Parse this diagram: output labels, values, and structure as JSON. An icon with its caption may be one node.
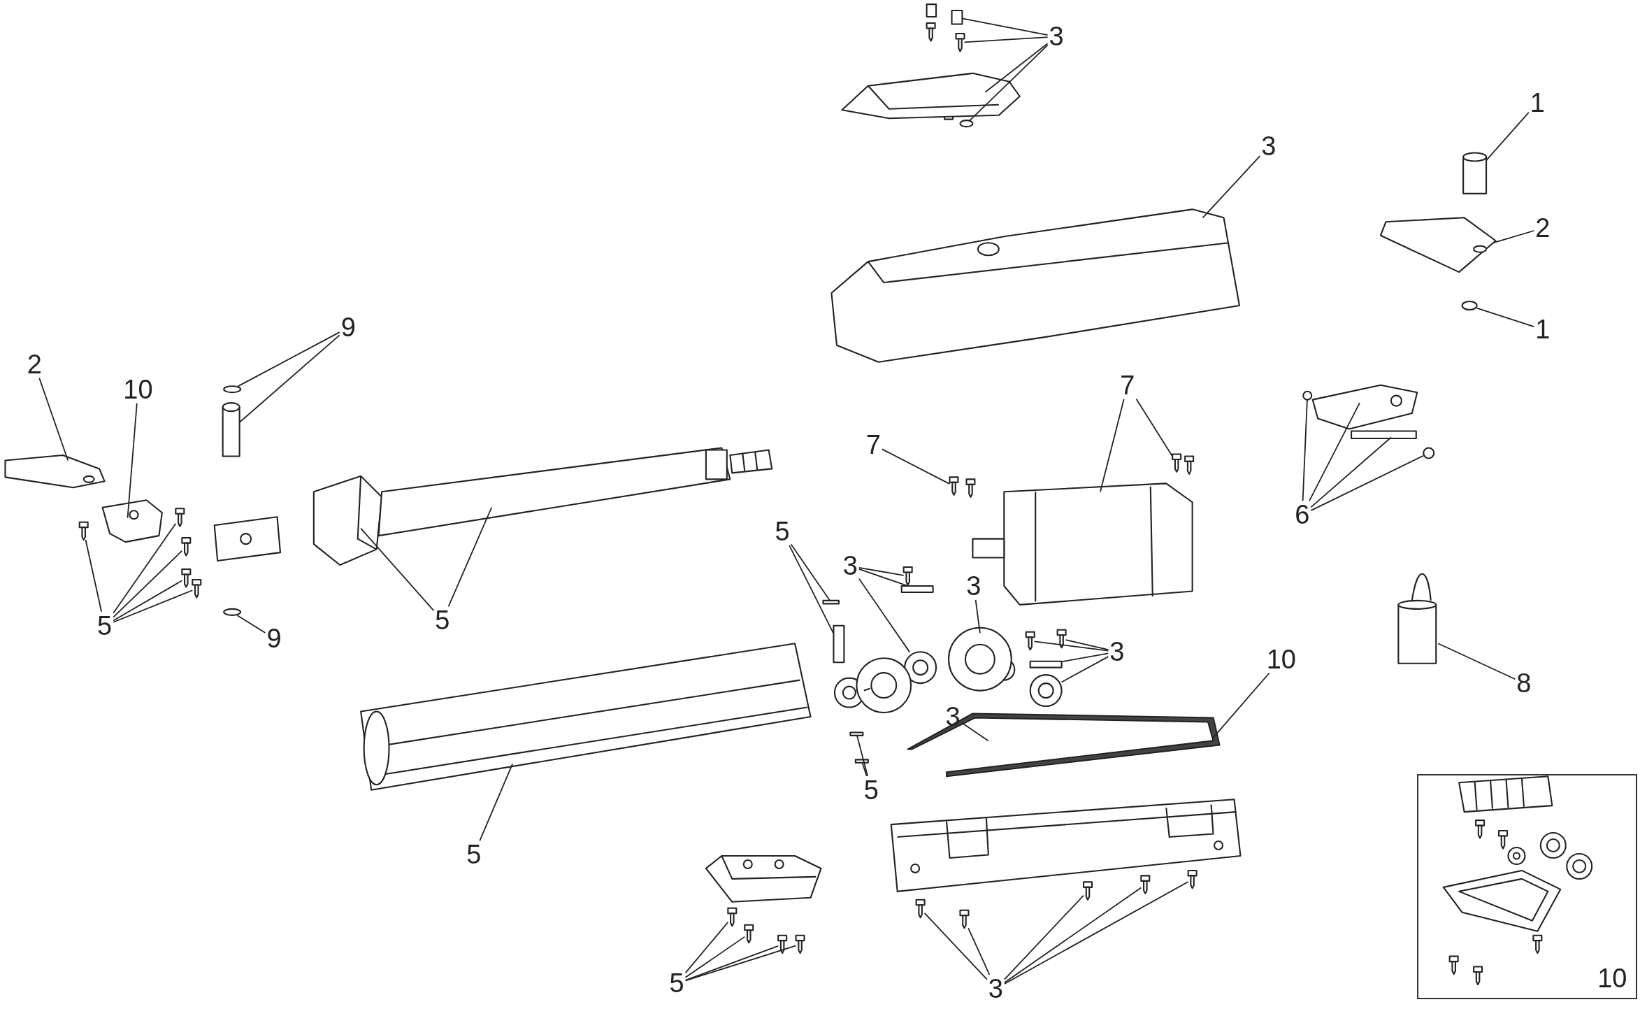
{
  "diagram": {
    "nodes": [
      {
        "text": [
          "3"
        ]
      },
      {
        "text": [
          "1"
        ]
      },
      {
        "text": [
          "3"
        ]
      },
      {
        "text": [
          "2"
        ]
      },
      {
        "text": [
          "1"
        ]
      },
      {
        "text": [
          "9"
        ]
      },
      {
        "text": [
          "2"
        ]
      },
      {
        "text": [
          "10"
        ]
      },
      {
        "text": [
          "7"
        ]
      },
      {
        "text": [
          "7"
        ]
      },
      {
        "text": [
          "6"
        ]
      },
      {
        "text": [
          "5"
        ]
      },
      {
        "text": [
          "5"
        ]
      },
      {
        "text": [
          "9"
        ]
      },
      {
        "text": [
          "5"
        ]
      },
      {
        "text": [
          "3"
        ]
      },
      {
        "text": [
          "3"
        ]
      },
      {
        "text": [
          "3"
        ]
      },
      {
        "text": [
          "10"
        ]
      },
      {
        "text": [
          "8"
        ]
      },
      {
        "text": [
          "3"
        ]
      },
      {
        "text": [
          "5"
        ]
      },
      {
        "text": [
          "5"
        ]
      },
      {
        "text": [
          "5"
        ]
      },
      {
        "text": [
          "3"
        ]
      },
      {
        "text": [
          "10"
        ]
      },
      {
        "text": [],
        "shape": "box"
      },
      {
        "text": [],
        "shape": "picture"
      },
      {
        "text": [],
        "shape": "picture"
      },
      {
        "text": [],
        "shape": "circle"
      },
      {
        "text": [],
        "shape": "cylinder"
      },
      {
        "text": [],
        "shape": "picture"
      },
      {
        "text": [],
        "shape": "picture"
      },
      {
        "text": [],
        "shape": "circle"
      },
      {
        "text": [],
        "shape": "circle"
      },
      {
        "text": [],
        "shape": "cylinder"
      },
      {
        "text": [],
        "shape": "picture"
      },
      {
        "text": [],
        "shape": "picture"
      },
      {
        "text": [],
        "shape": "picture"
      },
      {
        "text": [],
        "shape": "picture"
      },
      {
        "text": [],
        "shape": "picture"
      },
      {
        "text": [],
        "shape": "circle"
      },
      {
        "text": [],
        "shape": "picture"
      },
      {
        "text": [],
        "shape": "bar"
      },
      {
        "text": [],
        "shape": "circle"
      },
      {
        "text": [],
        "shape": "bar"
      },
      {
        "text": [],
        "shape": "bar"
      },
      {
        "text": [],
        "shape": "picture"
      },
      {
        "text": [],
        "shape": "picture"
      },
      {
        "text": [],
        "shape": "picture"
      },
      {
        "text": [],
        "shape": "picture"
      },
      {
        "text": [],
        "shape": "picture"
      },
      {
        "text": [],
        "shape": "circle"
      },
      {
        "text": [],
        "shape": "picture"
      },
      {
        "text": [],
        "shape": "picture"
      },
      {
        "text": [],
        "shape": "picture"
      },
      {
        "text": [],
        "shape": "bar"
      },
      {
        "text": [],
        "shape": "picture"
      },
      {
        "text": [],
        "shape": "picture"
      },
      {
        "text": [],
        "shape": "picture"
      },
      {
        "text": [],
        "shape": "picture"
      },
      {
        "text": [],
        "shape": "bar"
      },
      {
        "text": [],
        "shape": "picture"
      },
      {
        "text": [],
        "shape": "picture"
      },
      {
        "text": [],
        "shape": "cylinder"
      },
      {
        "text": [],
        "shape": "bar"
      },
      {
        "text": [],
        "shape": "bar"
      },
      {
        "text": [],
        "shape": "picture"
      },
      {
        "text": [],
        "shape": "picture"
      },
      {
        "text": [],
        "shape": "picture"
      },
      {
        "text": [],
        "shape": "picture"
      },
      {
        "text": [],
        "shape": "picture"
      },
      {
        "text": [],
        "shape": "picture"
      },
      {
        "text": [],
        "shape": "picture"
      },
      {
        "text": [],
        "shape": "picture"
      },
      {
        "text": [],
        "shape": "picture"
      },
      {
        "text": [],
        "shape": "picture"
      },
      {
        "text": [],
        "shape": "picture"
      },
      {
        "text": [],
        "shape": "picture"
      },
      {
        "text": [],
        "shape": "picture"
      }
    ],
    "edges": [
      {
        "from": 0,
        "to": 26,
        "arrow": "none"
      },
      {
        "from": 0,
        "to": 27,
        "arrow": "none"
      },
      {
        "from": 0,
        "to": 28,
        "arrow": "none"
      },
      {
        "from": 0,
        "to": 29,
        "arrow": "none"
      },
      {
        "from": 1,
        "to": 30,
        "arrow": "none"
      },
      {
        "from": 2,
        "to": 31,
        "arrow": "none"
      },
      {
        "from": 3,
        "to": 32,
        "arrow": "none"
      },
      {
        "from": 4,
        "to": 33,
        "arrow": "none"
      },
      {
        "from": 5,
        "to": 34,
        "arrow": "none"
      },
      {
        "from": 5,
        "to": 35,
        "arrow": "none"
      },
      {
        "from": 6,
        "to": 36,
        "arrow": "none"
      },
      {
        "from": 7,
        "to": 37,
        "arrow": "none"
      },
      {
        "from": 8,
        "to": 39,
        "arrow": "none"
      },
      {
        "from": 8,
        "to": 40,
        "arrow": "none"
      },
      {
        "from": 9,
        "to": 38,
        "arrow": "none"
      },
      {
        "from": 10,
        "to": 41,
        "arrow": "none"
      },
      {
        "from": 10,
        "to": 42,
        "arrow": "none"
      },
      {
        "from": 10,
        "to": 43,
        "arrow": "none"
      },
      {
        "from": 10,
        "to": 44,
        "arrow": "none"
      },
      {
        "from": 11,
        "to": 45,
        "arrow": "none"
      },
      {
        "from": 11,
        "to": 46,
        "arrow": "none"
      },
      {
        "from": 12,
        "to": 47,
        "arrow": "none"
      },
      {
        "from": 12,
        "to": 48,
        "arrow": "none"
      },
      {
        "from": 12,
        "to": 49,
        "arrow": "none"
      },
      {
        "from": 12,
        "to": 50,
        "arrow": "none"
      },
      {
        "from": 12,
        "to": 51,
        "arrow": "none"
      },
      {
        "from": 13,
        "to": 52,
        "arrow": "none"
      },
      {
        "from": 14,
        "to": 53,
        "arrow": "none"
      },
      {
        "from": 14,
        "to": 54,
        "arrow": "none"
      },
      {
        "from": 15,
        "to": 55,
        "arrow": "none"
      },
      {
        "from": 15,
        "to": 56,
        "arrow": "none"
      },
      {
        "from": 15,
        "to": 57,
        "arrow": "none"
      },
      {
        "from": 16,
        "to": 58,
        "arrow": "none"
      },
      {
        "from": 17,
        "to": 59,
        "arrow": "none"
      },
      {
        "from": 17,
        "to": 60,
        "arrow": "none"
      },
      {
        "from": 17,
        "to": 61,
        "arrow": "none"
      },
      {
        "from": 17,
        "to": 62,
        "arrow": "none"
      },
      {
        "from": 18,
        "to": 63,
        "arrow": "none"
      },
      {
        "from": 19,
        "to": 64,
        "arrow": "none"
      },
      {
        "from": 20,
        "to": 63,
        "arrow": "none"
      },
      {
        "from": 21,
        "to": 65,
        "arrow": "none"
      },
      {
        "from": 21,
        "to": 66,
        "arrow": "none"
      },
      {
        "from": 22,
        "to": 67,
        "arrow": "none"
      },
      {
        "from": 23,
        "to": 68,
        "arrow": "none"
      },
      {
        "from": 23,
        "to": 69,
        "arrow": "none"
      },
      {
        "from": 23,
        "to": 70,
        "arrow": "none"
      },
      {
        "from": 23,
        "to": 71,
        "arrow": "none"
      },
      {
        "from": 24,
        "to": 72,
        "arrow": "none"
      },
      {
        "from": 24,
        "to": 73,
        "arrow": "none"
      },
      {
        "from": 24,
        "to": 74,
        "arrow": "none"
      },
      {
        "from": 24,
        "to": 75,
        "arrow": "none"
      },
      {
        "from": 24,
        "to": 76,
        "arrow": "none"
      }
    ]
  }
}
